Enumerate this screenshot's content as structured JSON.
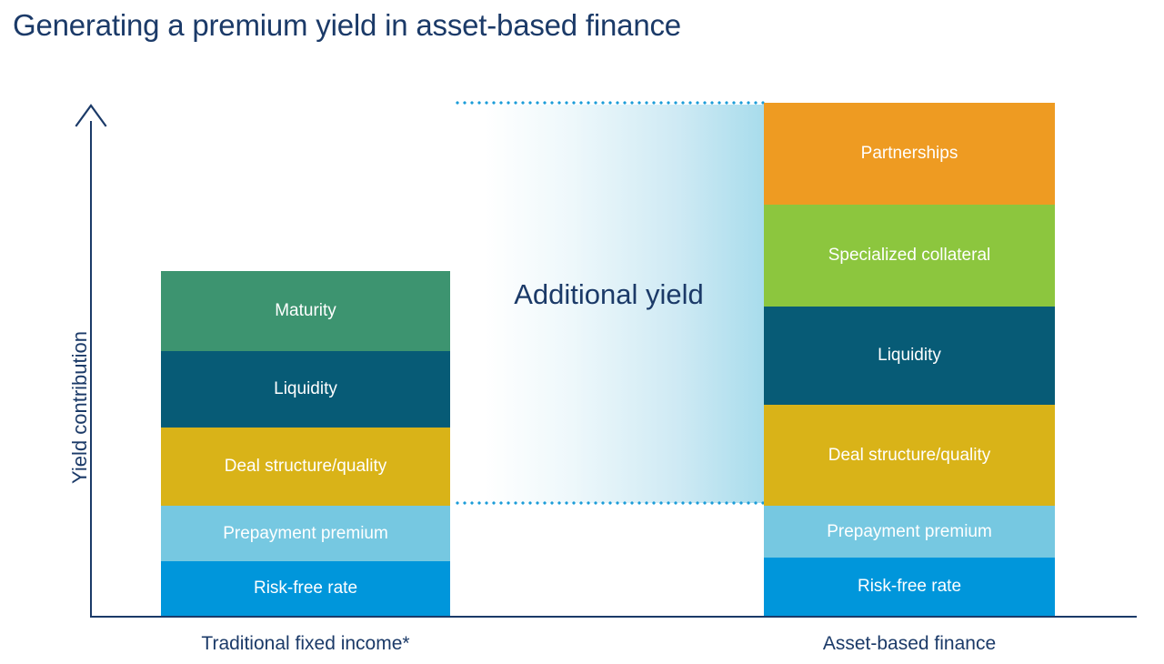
{
  "title": "Generating a premium yield in asset-based finance",
  "axis": {
    "y_label": "Yield contribution",
    "arrow_icon": "up-arrow-icon"
  },
  "annotation": {
    "additional_yield_label": "Additional yield",
    "connector_color": "#1B9CD8"
  },
  "chart_data": {
    "type": "bar",
    "title": "Generating a premium yield in asset-based finance",
    "subtitle": "",
    "xlabel": "",
    "ylabel": "Yield contribution",
    "stacked": true,
    "grid": false,
    "legend": "none (in-bar labels)",
    "ylim": [
      0,
      100
    ],
    "axis_has_numeric_ticks": false,
    "categories": [
      "Traditional fixed income*",
      "Asset-based finance"
    ],
    "annotations": [
      {
        "text": "Additional yield",
        "between": [
          "Traditional fixed income*",
          "Asset-based finance"
        ],
        "style": "gradient band with dotted guide lines"
      }
    ],
    "series": [
      {
        "name": "Risk-free rate",
        "color": "#0096DB",
        "values": [
          10.6,
          11.3
        ]
      },
      {
        "name": "Prepayment premium",
        "color": "#76C8E1",
        "values": [
          10.8,
          7.6
        ]
      },
      {
        "name": "Deal structure/quality",
        "color": "#D9B318",
        "values": [
          15.2,
          19.7
        ]
      },
      {
        "name": "Liquidity",
        "color": "#075B76",
        "values": [
          14.9,
          19.1
        ]
      },
      {
        "name": "Maturity",
        "color": "#3D9470",
        "values": [
          15.5,
          0
        ]
      },
      {
        "name": "Specialized collateral",
        "color": "#8CC63E",
        "values": [
          0,
          19.9
        ]
      },
      {
        "name": "Partnerships",
        "color": "#EE9B22",
        "values": [
          0,
          19.9
        ]
      }
    ],
    "bars": [
      {
        "category": "Traditional fixed income*",
        "total": 67.0,
        "segments": [
          {
            "label": "Maturity",
            "color": "#3D9470",
            "value": 15.5
          },
          {
            "label": "Liquidity",
            "color": "#075B76",
            "value": 14.9
          },
          {
            "label": "Deal structure/quality",
            "color": "#D9B318",
            "value": 15.2
          },
          {
            "label": "Prepayment premium",
            "color": "#76C8E1",
            "value": 10.8
          },
          {
            "label": "Risk-free rate",
            "color": "#0096DB",
            "value": 10.6
          }
        ]
      },
      {
        "category": "Asset-based finance",
        "total": 99.8,
        "segments": [
          {
            "label": "Partnerships",
            "color": "#EE9B22",
            "value": 19.9
          },
          {
            "label": "Specialized collateral",
            "color": "#8CC63E",
            "value": 19.9
          },
          {
            "label": "Liquidity",
            "color": "#075B76",
            "value": 19.1
          },
          {
            "label": "Deal structure/quality",
            "color": "#D9B318",
            "value": 19.7
          },
          {
            "label": "Prepayment premium",
            "color": "#76C8E1",
            "value": 7.6
          },
          {
            "label": "Risk-free rate",
            "color": "#0096DB",
            "value": 11.3
          }
        ]
      }
    ]
  },
  "colors": {
    "title_navy": "#1B3A68",
    "axis_navy": "#1B3A68",
    "accent_blue": "#1B9CD8"
  }
}
